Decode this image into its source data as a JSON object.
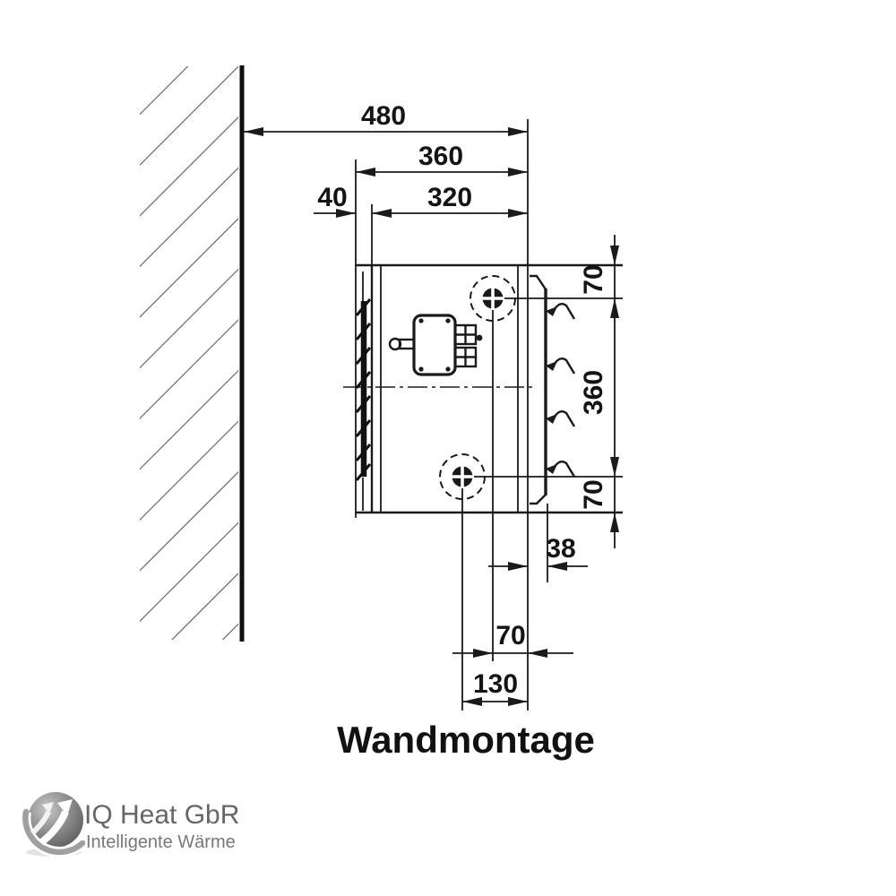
{
  "drawing": {
    "title": "Wandmontage",
    "dims": {
      "wall_to_front": "480",
      "bracket_to_front": "360",
      "housing_depth": "320",
      "bracket_depth": "40",
      "top_edge_to_hole": "70",
      "hole_spacing": "360",
      "hole_to_bottom_edge": "70",
      "panel_offset": "38",
      "top_hole_to_front": "70",
      "bottom_hole_to_front": "130"
    }
  },
  "logo": {
    "company": "IQ Heat GbR",
    "tagline": "Intelligente Wärme"
  },
  "colors": {
    "line": "#1a1a1a",
    "hatch": "#5f5f5f",
    "logo_gray": "#8c8c8c"
  }
}
